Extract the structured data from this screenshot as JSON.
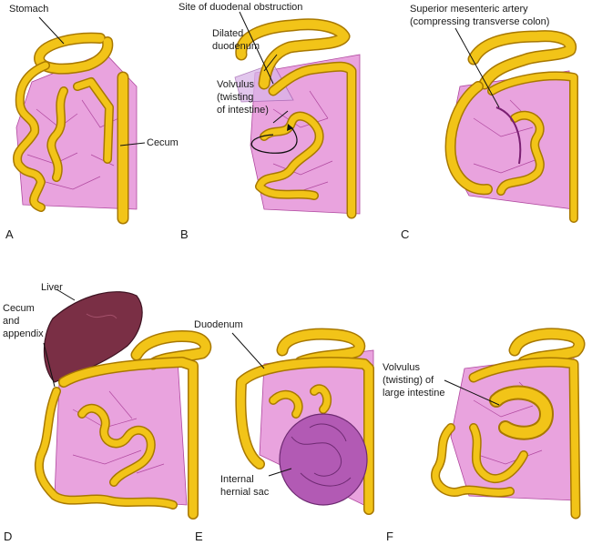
{
  "panels": [
    {
      "letter": "A",
      "labels": [
        "Stomach",
        "Cecum"
      ]
    },
    {
      "letter": "B",
      "labels": [
        "Site of duodenal obstruction",
        "Dilated",
        "duodenum",
        "Volvulus",
        "(twisting",
        "of intestine)"
      ]
    },
    {
      "letter": "C",
      "labels": [
        "Superior mesenteric artery",
        "(compressing transverse colon)"
      ]
    },
    {
      "letter": "D",
      "labels": [
        "Liver",
        "Cecum",
        "and",
        "appendix"
      ]
    },
    {
      "letter": "E",
      "labels": [
        "Duodenum",
        "Internal",
        "hernial sac"
      ]
    },
    {
      "letter": "F",
      "labels": [
        "Volvulus",
        "(twisting) of",
        "large intestine"
      ]
    }
  ],
  "colors": {
    "intestine": "#f2c418",
    "intestine_outline": "#a87800",
    "mesentery": "#e9a3de",
    "mesentery_vessels": "#b0489f",
    "liver": "#7a2f45",
    "hernial_sac": "#b25ab4"
  }
}
